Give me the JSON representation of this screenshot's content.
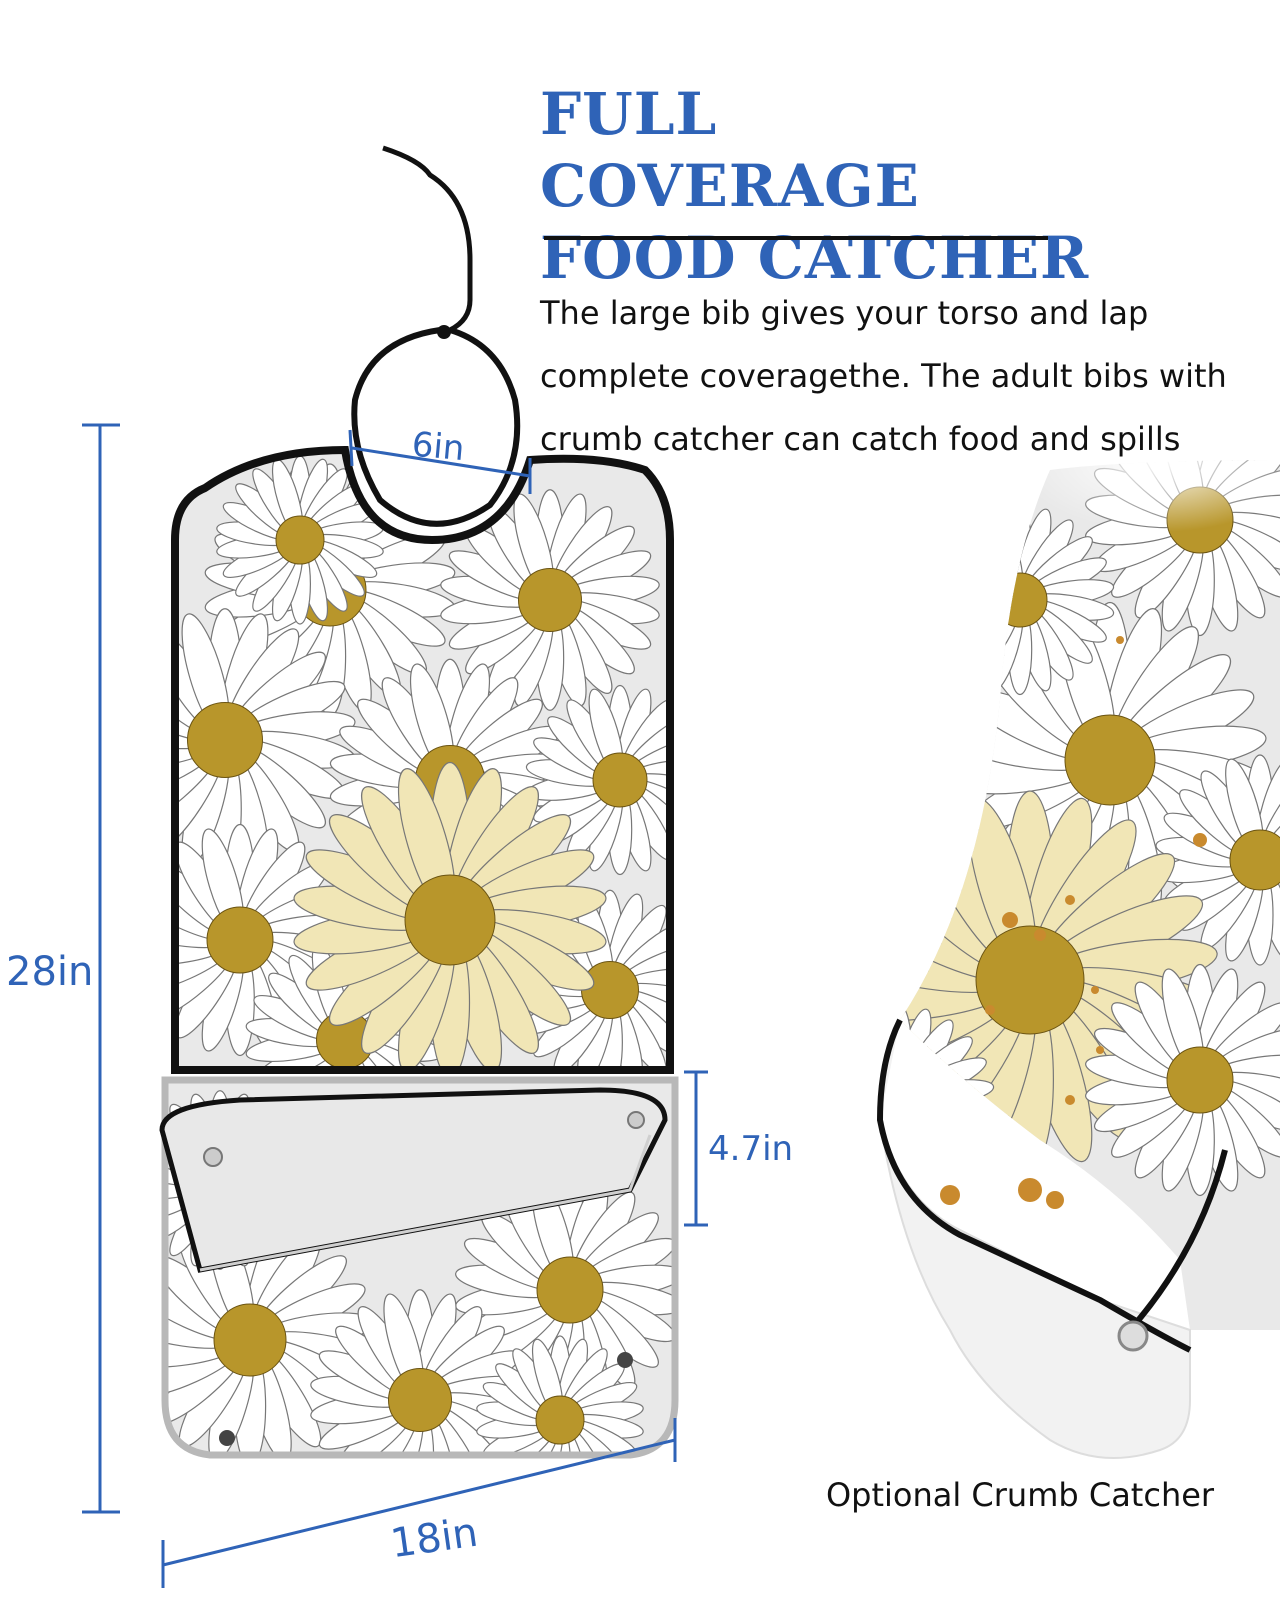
{
  "headline": {
    "line1": "FULL COVERAGE",
    "line2": "FOOD CATCHER"
  },
  "description": {
    "line1": "The large bib gives your torso and lap",
    "line2": "complete coveragethe. The adult bibs with",
    "line3": "crumb catcher can catch food and spills"
  },
  "dimensions": {
    "neck": "6in",
    "height": "28in",
    "pocket": "4.7in",
    "width": "18in"
  },
  "caption": "Optional Crumb Catcher",
  "colors": {
    "accent_blue": "#2f63b7",
    "petal_cream": "#f1e6b6",
    "flower_center": "#b8962b",
    "bib_trim": "#111111"
  },
  "icons": {
    "bib": "daisy-bib-illustration",
    "pocket_view": "crumb-pocket-closeup"
  }
}
